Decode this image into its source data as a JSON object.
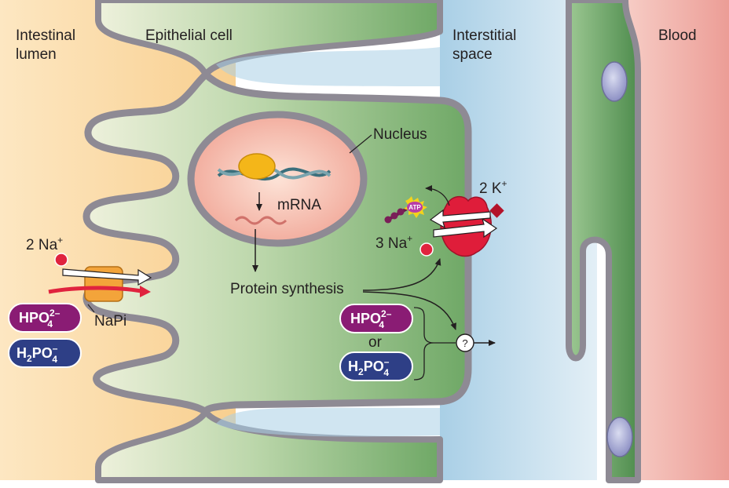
{
  "regions": {
    "intestinal_lumen": [
      "Intestinal",
      "lumen"
    ],
    "epithelial_cell": "Epithelial cell",
    "interstitial_space": [
      "Interstitial",
      "space"
    ],
    "blood": "Blood"
  },
  "labels": {
    "nucleus": "Nucleus",
    "mrna": "mRNA",
    "protein_synthesis": "Protein synthesis",
    "transporter": "NaPi",
    "or": "or",
    "atp": "ATP",
    "unknown": "?",
    "sodium_lumen": {
      "coef": "2 Na",
      "charge": "+"
    },
    "sodium_pump": {
      "coef": "3 Na",
      "charge": "+"
    },
    "potassium": {
      "coef": "2 K",
      "charge": "+"
    }
  },
  "ions": {
    "hpo4": {
      "base": "HPO",
      "sub": "4",
      "sup": "2–"
    },
    "h2po4": {
      "h": "H",
      "h_sub": "2",
      "base": "PO",
      "sub": "4",
      "sup": "–"
    }
  },
  "colors": {
    "lumen": "#fbd9a6",
    "cell": "#8fbe84",
    "interstitial": "#cfe4f0",
    "blood": "#eea79f",
    "membrane": "#8e8a94",
    "nucleus": "#f6b6aa",
    "hpo4_pill": "#8a1c74",
    "h2po4_pill": "#2e3f86",
    "sodium": "#e0233e",
    "potassium": "#b3122a",
    "transporter": "#f3a43a",
    "pump": "#df1d3a"
  }
}
